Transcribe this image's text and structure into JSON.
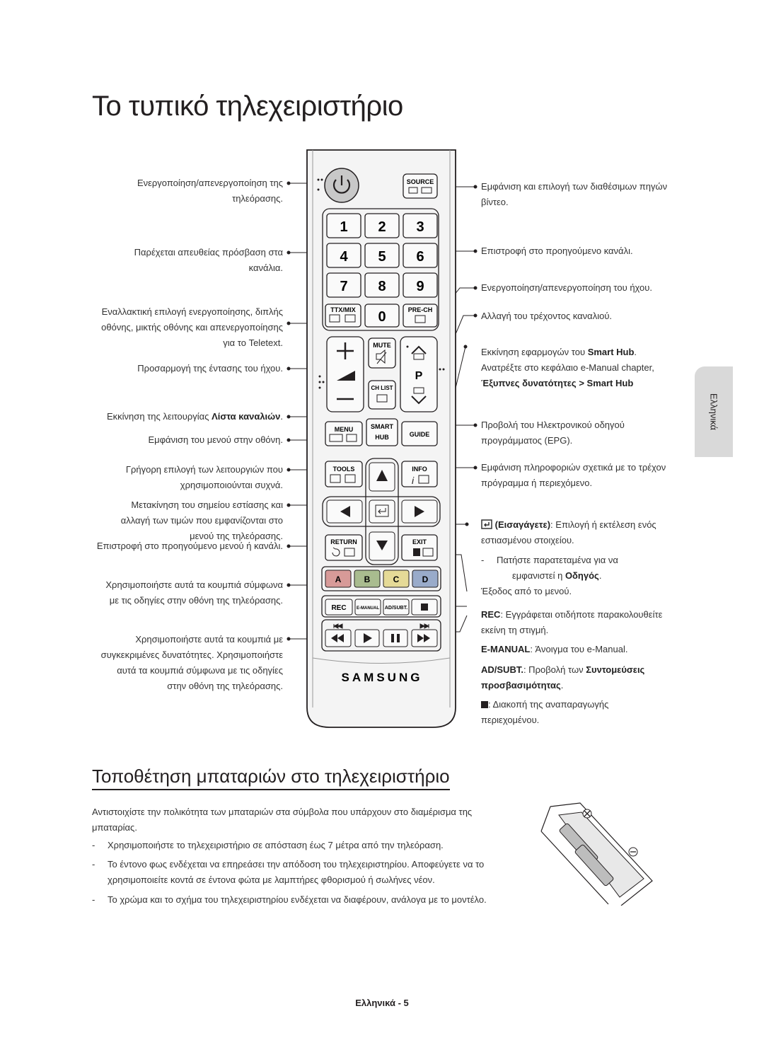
{
  "page": {
    "title": "Το τυπικό τηλεχειριστήριο",
    "side_tab": "Ελληνικά",
    "footer": "Ελληνικά - 5"
  },
  "left_labels": [
    "Ενεργοποίηση/απενεργοποίηση της",
    "τηλεόρασης.",
    "Παρέχεται απευθείας πρόσβαση στα",
    "κανάλια.",
    "Εναλλακτική επιλογή ενεργοποίησης, διπλής",
    "οθόνης, μικτής οθόνης και απενεργοποίησης",
    "για το Teletext.",
    "Προσαρμογή της έντασης του ήχου.",
    "Εκκίνηση της λειτουργίας",
    "Λίστα καναλιών",
    "Εμφάνιση του μενού στην οθόνη.",
    "Γρήγορη επιλογή των λειτουργιών που",
    "χρησιμοποιούνται συχνά.",
    "Μετακίνηση του σημείου εστίασης και",
    "αλλαγή των τιμών που εμφανίζονται στο",
    "μενού της τηλεόρασης.",
    "Επιστροφή στο προηγούμενο μενού ή κανάλι.",
    "Χρησιμοποιήστε αυτά τα κουμπιά σύμφωνα",
    "με τις οδηγίες στην οθόνη της τηλεόρασης.",
    "Χρησιμοποιήστε αυτά τα κουμπιά με",
    "συγκεκριμένες δυνατότητες. Χρησιμοποιήστε",
    "αυτά τα κουμπιά σύμφωνα με τις οδηγίες",
    "στην οθόνη της τηλεόρασης."
  ],
  "right_labels": {
    "source_1": "Εμφάνιση και επιλογή των διαθέσιμων πηγών",
    "source_2": "βίντεο.",
    "prech": "Επιστροφή στο προηγούμενο κανάλι.",
    "mute": "Ενεργοποίηση/απενεργοποίηση του ήχου.",
    "channel": "Αλλαγή του τρέχοντος καναλιού.",
    "smarthub_1a": "Εκκίνηση εφαρμογών του",
    "smarthub_1b": "Smart Hub",
    "smarthub_2": "Ανατρέξτε στο κεφάλαιο e-Manual chapter,",
    "smarthub_3a": "Έξυπνες δυνατότητες",
    "smarthub_3b": "> Smart Hub",
    "guide_1": "Προβολή του Ηλεκτρονικού οδηγού",
    "guide_2": "προγράμματος (EPG).",
    "info_1": "Εμφάνιση πληροφοριών σχετικά με το τρέχον",
    "info_2": "πρόγραμμα ή περιεχόμενο.",
    "enter_1a": "(Εισαγάγετε)",
    "enter_1b": ": Επιλογή ή εκτέλεση ενός",
    "enter_2": "εστιασμένου στοιχείου.",
    "enter_dash_1": "Πατήστε παρατεταμένα για να",
    "enter_dash_2a": "εμφανιστεί η",
    "enter_dash_2b": "Οδηγός",
    "exit": "Έξοδος από το μενού.",
    "rec_1a": "REC",
    "rec_1b": ": Εγγράφεται οτιδήποτε παρακολουθείτε",
    "rec_2": "εκείνη τη στιγμή.",
    "emanual_a": "E-MANUAL",
    "emanual_b": ": Άνοιγμα του e-Manual.",
    "adsubt_a": "AD/SUBT.",
    "adsubt_b": ": Προβολή των",
    "adsubt_c": "Συντομεύσεις",
    "adsubt_d": "προσβασιμότητας",
    "stop_1": ": Διακοπή της αναπαραγωγής",
    "stop_2": "περιεχομένου."
  },
  "remote": {
    "source": "SOURCE",
    "digits": [
      "1",
      "2",
      "3",
      "4",
      "5",
      "6",
      "7",
      "8",
      "9",
      "0"
    ],
    "ttx": "TTX/MIX",
    "prech": "PRE-CH",
    "mute": "MUTE",
    "chlist": "CH LIST",
    "p": "P",
    "menu": "MENU",
    "smart": "SMART",
    "hub": "HUB",
    "guide": "GUIDE",
    "tools": "TOOLS",
    "info": "INFO",
    "return": "RETURN",
    "exit": "EXIT",
    "colors": [
      "A",
      "B",
      "C",
      "D"
    ],
    "rec": "REC",
    "emanual": "E-MANUAL",
    "adsubt": "AD/SUBT.",
    "brand": "SAMSUNG",
    "color_a": "#c0504d",
    "color_b": "#6b8e3c",
    "color_c": "#d8c44a",
    "color_d": "#4f6fa8"
  },
  "batteries": {
    "heading": "Τοποθέτηση μπαταριών στο τηλεχειριστήριο",
    "intro": "Αντιστοιχίστε την πολικότητα των μπαταριών στα σύμβολα που υπάρχουν στο διαμέρισμα της μπαταρίας.",
    "bullets": [
      "Χρησιμοποιήστε το τηλεχειριστήριο σε απόσταση έως 7 μέτρα από την τηλεόραση.",
      "Το έντονο φως ενδέχεται να επηρεάσει την απόδοση του τηλεχειριστηρίου. Αποφεύγετε να το χρησιμοποιείτε κοντά σε έντονα φώτα με λαμπτήρες φθορισμού ή σωλήνες νέον.",
      "Το χρώμα και το σχήμα του τηλεχειριστηρίου ενδέχεται να διαφέρουν, ανάλογα με το μοντέλο."
    ]
  }
}
